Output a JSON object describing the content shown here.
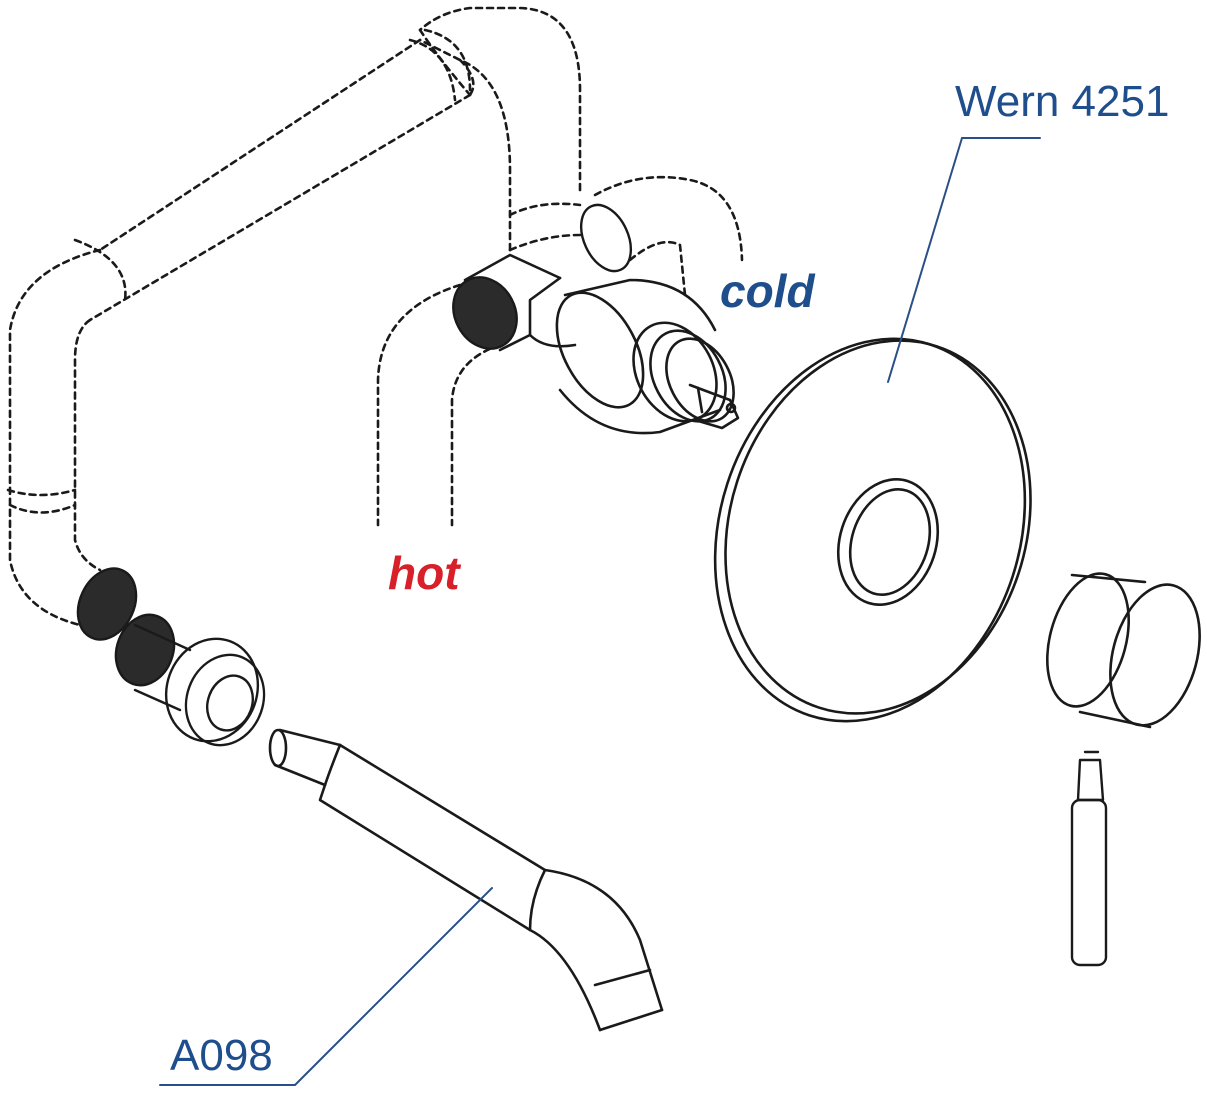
{
  "diagram": {
    "labels": {
      "rosette_model": "Wern 4251",
      "spout_model": "A098",
      "hot": "hot",
      "cold": "cold"
    },
    "colors": {
      "leader": "#2a4f88",
      "part_label": "#1f4e8c",
      "hot": "#d7202a",
      "cold": "#1f4e8c",
      "line": "#1a1a1a",
      "fill_dark": "#2b2b2b"
    }
  }
}
